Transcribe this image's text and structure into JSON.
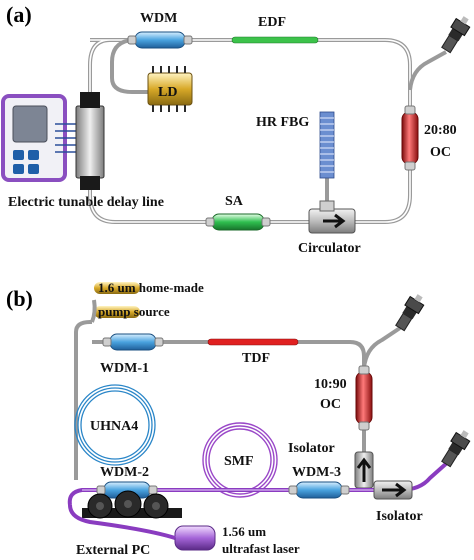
{
  "panel_a": {
    "label": "(a)",
    "components": {
      "wdm": "WDM",
      "edf": "EDF",
      "ld": "LD",
      "hr_fbg": "HR FBG",
      "oc_ratio": "20:80",
      "oc": "OC",
      "sa": "SA",
      "circulator": "Circulator",
      "delay_line": "Electric tunable delay line"
    }
  },
  "panel_b": {
    "label": "(b)",
    "components": {
      "pump_line1": "1.6 um home-made",
      "pump_line2": "pump source",
      "wdm1": "WDM-1",
      "tdf": "TDF",
      "uhna4": "UHNA4",
      "oc_ratio": "10:90",
      "oc": "OC",
      "isolator_1": "Isolator",
      "smf": "SMF",
      "wdm2": "WDM-2",
      "wdm3": "WDM-3",
      "isolator_2": "Isolator",
      "external_pc": "External PC",
      "laser_line1": "1.56 um",
      "laser_line2": "ultrafast laser"
    }
  },
  "colors": {
    "fiber": "#9a9a9a",
    "wdm": "#4aa3df",
    "edf": "#3cc24a",
    "tdf": "#e02020",
    "oc": "#e02020",
    "sa": "#2fbf4f",
    "smf": "#9a48c8",
    "uhna4": "#2a86c8",
    "circulator": "#bdbdbd",
    "delay_box": "#8a4fc0",
    "pump": "#c9a227"
  }
}
